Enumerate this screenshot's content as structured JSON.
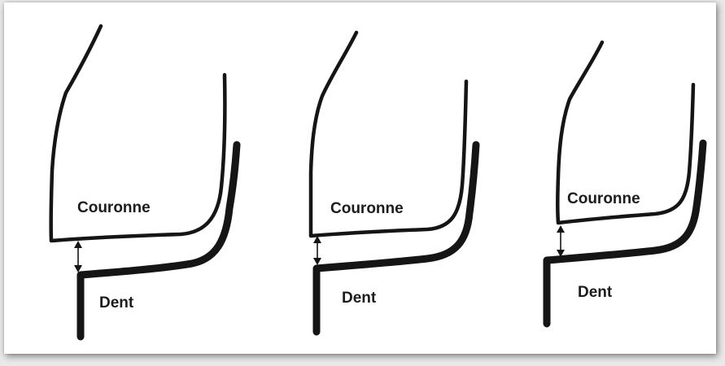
{
  "panels": [
    {
      "crown_label": "Couronne",
      "tooth_label": "Dent"
    },
    {
      "crown_label": "Couronne",
      "tooth_label": "Dent"
    },
    {
      "crown_label": "Couronne",
      "tooth_label": "Dent"
    }
  ],
  "colors": {
    "ink": "#151515",
    "background": "#ffffff",
    "border": "#e9e9e9"
  },
  "icons": [
    "double-arrow-icon"
  ]
}
